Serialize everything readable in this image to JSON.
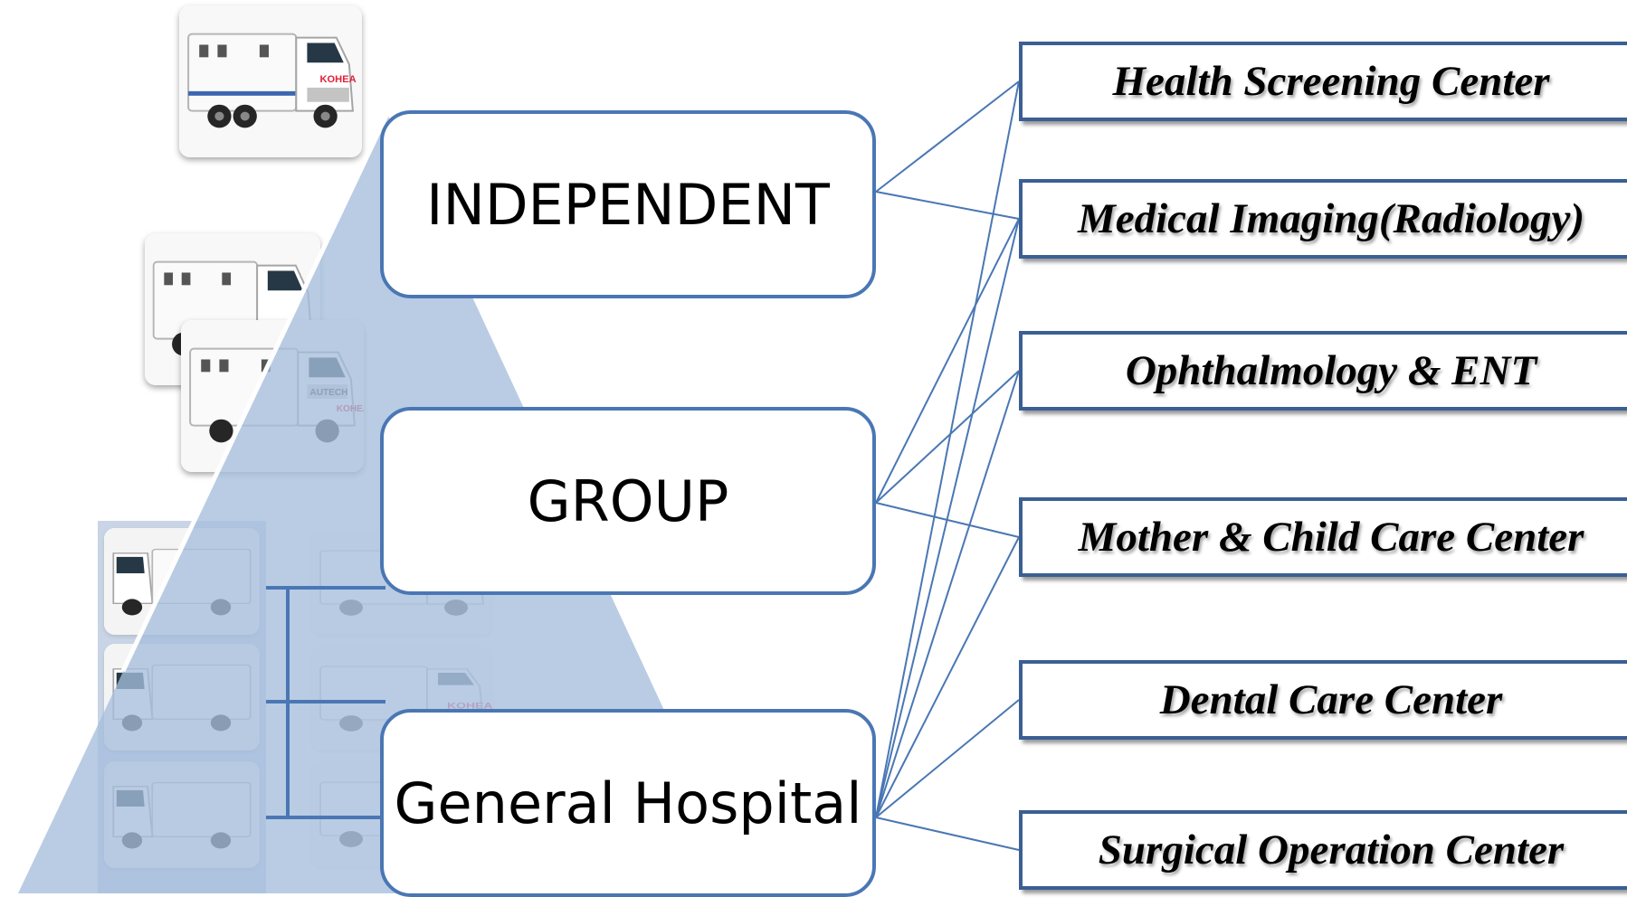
{
  "tiers": {
    "independent": "INDEPENDENT",
    "group": "GROUP",
    "general_hospital": "General Hospital"
  },
  "services": {
    "health_screening": "Health Screening Center",
    "medical_imaging": "Medical Imaging(Radiology)",
    "ophthalmology_ent": "Ophthalmology & ENT",
    "mother_child": "Mother & Child Care Center",
    "dental": "Dental Care Center",
    "surgical": "Surgical Operation Center"
  },
  "truck_branding": {
    "brand_text": "KOHEA",
    "grille_text": "AUTECH"
  },
  "colors": {
    "pyramid_fill": "#b7c9e1",
    "box_border": "#4a77b4",
    "service_border": "#3b5f94",
    "link_line": "#4a77b4",
    "brand_red": "#e0203a"
  },
  "connections": [
    {
      "from": "INDEPENDENT",
      "to": [
        "Health Screening Center",
        "Medical Imaging(Radiology)"
      ]
    },
    {
      "from": "GROUP",
      "to": [
        "Medical Imaging(Radiology)",
        "Ophthalmology & ENT",
        "Mother & Child Care Center"
      ]
    },
    {
      "from": "General Hospital",
      "to": [
        "Health Screening Center",
        "Medical Imaging(Radiology)",
        "Ophthalmology & ENT",
        "Mother & Child Care Center",
        "Dental Care Center",
        "Surgical Operation Center"
      ]
    }
  ]
}
